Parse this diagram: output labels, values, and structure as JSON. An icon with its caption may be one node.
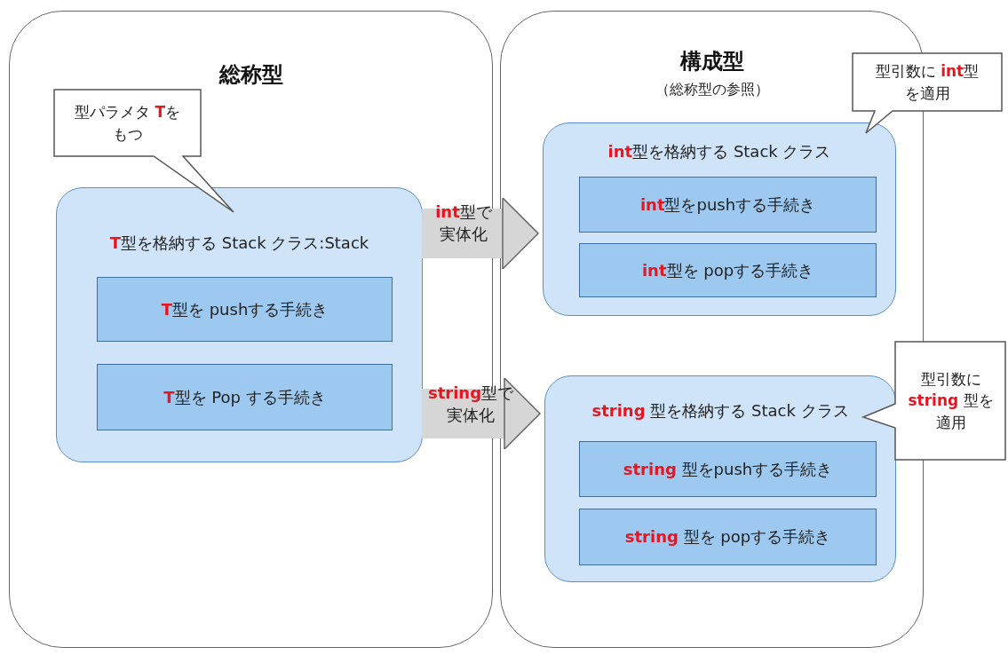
{
  "diagram": {
    "nodes": [
      {
        "text": [
          "総称型"
        ]
      },
      {
        "text": [
          "型パラメタ **T**をもつ"
        ],
        "in": 0
      },
      {
        "text": [
          "**T**型を格納する Stack クラス:Stack"
        ],
        "in": 0
      },
      {
        "text": [
          "**T**型を pushする手続き"
        ],
        "in": 2
      },
      {
        "text": [
          "**T**型を Pop する手続き"
        ],
        "in": 2
      },
      {
        "text": [
          "構成型",
          "（総称型の参照）"
        ]
      },
      {
        "text": [
          "型引数に **int**型を適用"
        ]
      },
      {
        "text": [
          "**int**型を格納する Stack クラス"
        ],
        "in": 5
      },
      {
        "text": [
          "**int**型をpushする手続き"
        ],
        "in": 7
      },
      {
        "text": [
          "**int**型を popする手続き"
        ],
        "in": 7
      },
      {
        "text": [
          "**string** 型を格納する Stack クラス"
        ],
        "in": 5
      },
      {
        "text": [
          "**string** 型をpushする手続き"
        ],
        "in": 10
      },
      {
        "text": [
          "**string** 型を popする手続き"
        ],
        "in": 10
      },
      {
        "text": [
          "型引数に **string** 型を適用"
        ]
      }
    ],
    "edges": [
      {
        "from": 2,
        "to": 7,
        "arrow": "to",
        "label": "**int**型で実体化"
      },
      {
        "from": 2,
        "to": 10,
        "arrow": "to",
        "label": "**string**型で実体化"
      }
    ]
  }
}
